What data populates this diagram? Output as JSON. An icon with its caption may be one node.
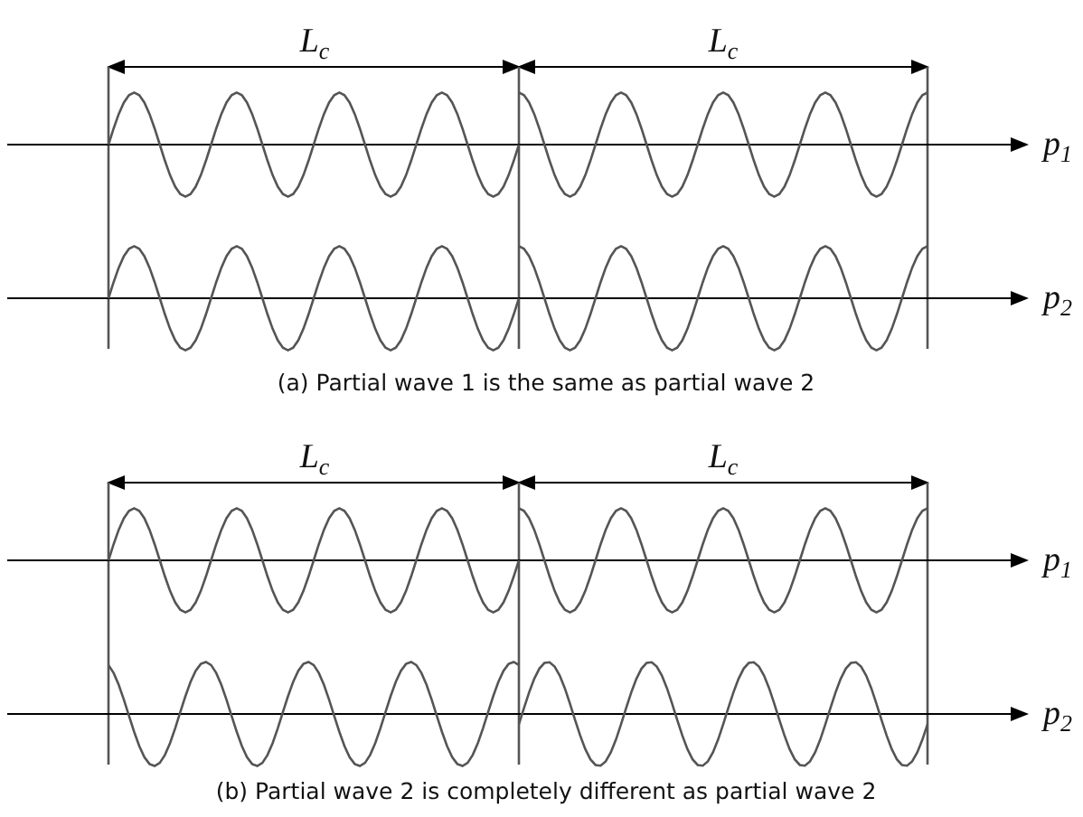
{
  "diagram": {
    "labels": [
      "L$_{c}$",
      "L$_{c}$",
      "p$_{1}$",
      "p$_{2}$",
      "(a) Partial wave 1 is the same as partial wave 2",
      "L$_{c}$",
      "L$_{c}$",
      "p$_{1}$",
      "p$_{2}$",
      "(b) Partial wave 2 is completely different as partial wave 2"
    ]
  }
}
